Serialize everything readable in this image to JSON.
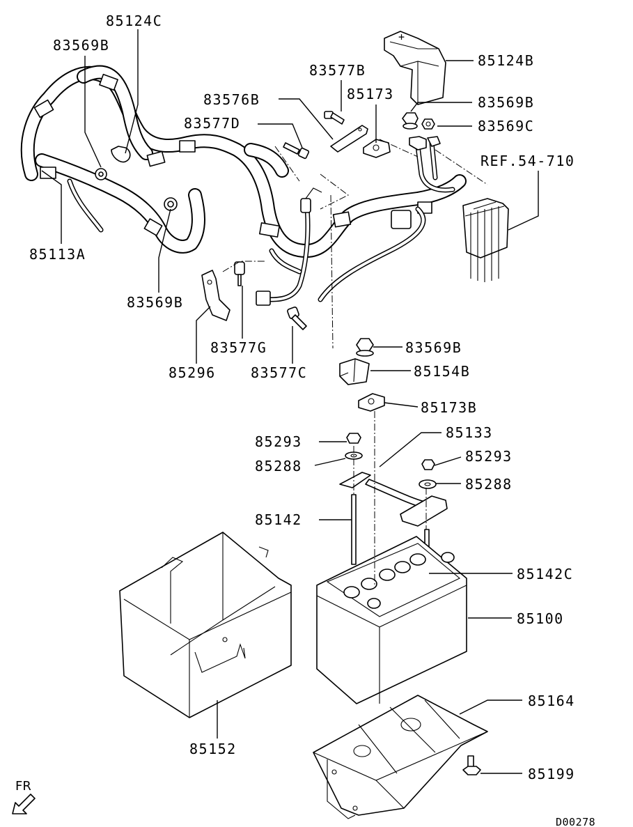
{
  "figure_code": "D00278",
  "orientation_label": "FR",
  "labels": {
    "p85124C": "85124C",
    "p83569B_a": "83569B",
    "p85113A": "85113A",
    "p83569B_b": "83569B",
    "p83577B": "83577B",
    "p85173": "85173",
    "p83576B": "83576B",
    "p83577D": "83577D",
    "p85124B": "85124B",
    "p83569B_c": "83569B",
    "p83569C": "83569C",
    "pREF": "REF.54-710",
    "p85296": "85296",
    "p83577G": "83577G",
    "p83577C": "83577C",
    "p83569B_d": "83569B",
    "p85154B": "85154B",
    "p85173B": "85173B",
    "p85293_a": "85293",
    "p85288_a": "85288",
    "p85133": "85133",
    "p85293_b": "85293",
    "p85288_b": "85288",
    "p85142": "85142",
    "p85142C": "85142C",
    "p85100": "85100",
    "p85152": "85152",
    "p85164": "85164",
    "p85199": "85199"
  }
}
